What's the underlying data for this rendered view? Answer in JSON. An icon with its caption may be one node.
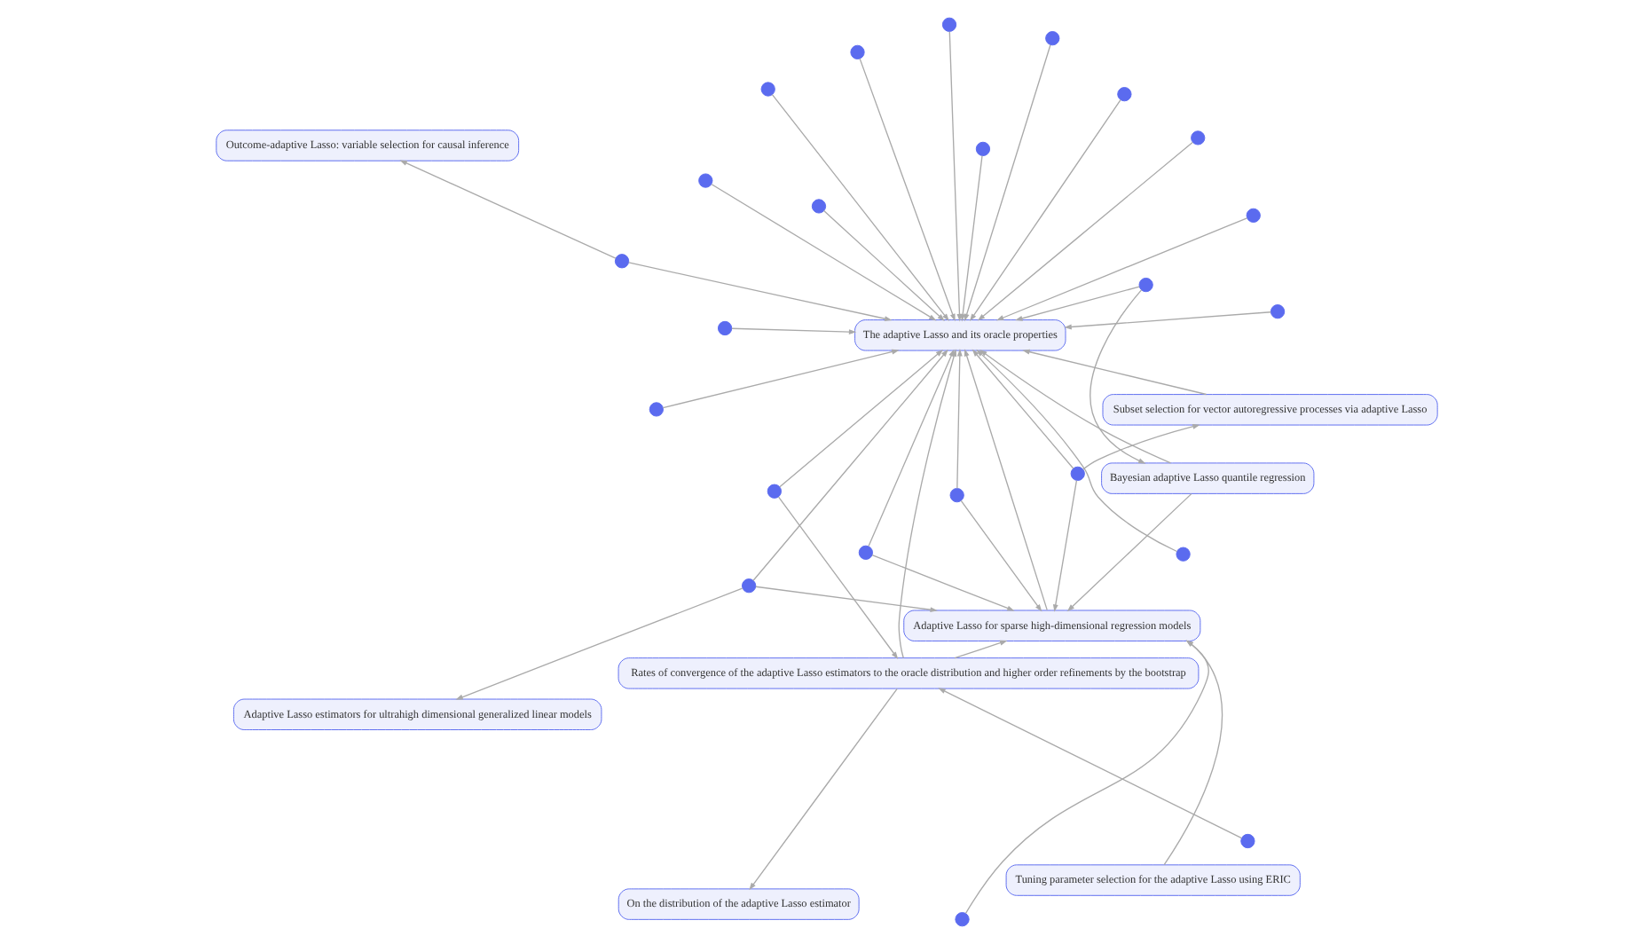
{
  "diagram": {
    "nodes": [
      {
        "text": [
          "On the distribution of the adaptive Lasso estimator"
        ]
      },
      {
        "text": [],
        "shape": "circle"
      },
      {
        "text": [
          "Rates of convergence of the adaptive Lasso estimators to the oracle distribution and higher order refinements by the bootstrap"
        ]
      },
      {
        "text": [],
        "shape": "circle"
      },
      {
        "text": [],
        "shape": "circle"
      },
      {
        "text": [],
        "shape": "circle"
      },
      {
        "text": [],
        "shape": "circle"
      },
      {
        "text": [
          "Tuning parameter selection for the adaptive Lasso using ERIC"
        ]
      },
      {
        "text": [],
        "shape": "circle"
      },
      {
        "text": [],
        "shape": "circle"
      },
      {
        "text": [],
        "shape": "circle"
      },
      {
        "text": [],
        "shape": "circle"
      },
      {
        "text": [],
        "shape": "circle"
      },
      {
        "text": [
          "Adaptive Lasso for sparse high-dimensional regression models"
        ]
      },
      {
        "text": [],
        "shape": "circle"
      },
      {
        "text": [],
        "shape": "circle"
      },
      {
        "text": [
          "The adaptive Lasso and its oracle properties"
        ]
      },
      {
        "text": [],
        "shape": "circle"
      },
      {
        "text": [],
        "shape": "circle"
      },
      {
        "text": [],
        "shape": "circle"
      },
      {
        "text": [],
        "shape": "circle"
      },
      {
        "text": [
          "Outcome-adaptive Lasso: variable selection for causal inference"
        ]
      },
      {
        "text": [],
        "shape": "circle"
      },
      {
        "text": [],
        "shape": "circle"
      },
      {
        "text": [],
        "shape": "circle"
      },
      {
        "text": [
          "Subset selection for vector autoregressive processes via adaptive Lasso"
        ]
      },
      {
        "text": [],
        "shape": "circle"
      },
      {
        "text": [],
        "shape": "circle"
      },
      {
        "text": [
          "Adaptive Lasso estimators for ultrahigh dimensional generalized linear models"
        ]
      },
      {
        "text": [
          "Bayesian adaptive Lasso quantile regression"
        ]
      },
      {
        "text": [],
        "shape": "circle"
      },
      {
        "text": [],
        "shape": "circle"
      }
    ],
    "edges": [
      {
        "from": 2,
        "to": 0,
        "arrow": "to"
      },
      {
        "from": 1,
        "to": 2,
        "arrow": "to"
      },
      {
        "from": 3,
        "to": 2,
        "arrow": "to"
      },
      {
        "from": 3,
        "to": 16,
        "arrow": "to"
      },
      {
        "from": 2,
        "to": 13,
        "arrow": "to"
      },
      {
        "from": 2,
        "to": 16,
        "arrow": "to"
      },
      {
        "from": 4,
        "to": 16,
        "arrow": "to"
      },
      {
        "from": 7,
        "to": 13,
        "arrow": "to"
      },
      {
        "from": 8,
        "to": 13,
        "arrow": "to"
      },
      {
        "from": 8,
        "to": 16,
        "arrow": "to"
      },
      {
        "from": 11,
        "to": 13,
        "arrow": "to"
      },
      {
        "from": 11,
        "to": 16,
        "arrow": "to"
      },
      {
        "from": 15,
        "to": 13,
        "arrow": "to"
      },
      {
        "from": 13,
        "to": 16,
        "arrow": "to"
      },
      {
        "from": 5,
        "to": 16,
        "arrow": "to"
      },
      {
        "from": 6,
        "to": 16,
        "arrow": "to"
      },
      {
        "from": 9,
        "to": 16,
        "arrow": "to"
      },
      {
        "from": 10,
        "to": 16,
        "arrow": "to"
      },
      {
        "from": 12,
        "to": 16,
        "arrow": "to"
      },
      {
        "from": 14,
        "to": 16,
        "arrow": "to"
      },
      {
        "from": 17,
        "to": 16,
        "arrow": "to"
      },
      {
        "from": 18,
        "to": 16,
        "arrow": "to"
      },
      {
        "from": 18,
        "to": 21,
        "arrow": "to"
      },
      {
        "from": 19,
        "to": 16,
        "arrow": "to"
      },
      {
        "from": 20,
        "to": 13,
        "arrow": "to"
      },
      {
        "from": 20,
        "to": 16,
        "arrow": "to"
      },
      {
        "from": 20,
        "to": 28,
        "arrow": "to"
      },
      {
        "from": 22,
        "to": 16,
        "arrow": "to"
      },
      {
        "from": 22,
        "to": 25,
        "arrow": "to"
      },
      {
        "from": 22,
        "to": 13,
        "arrow": "to"
      },
      {
        "from": 23,
        "to": 16,
        "arrow": "to"
      },
      {
        "from": 24,
        "to": 16,
        "arrow": "to"
      },
      {
        "from": 25,
        "to": 16,
        "arrow": "to"
      },
      {
        "from": 26,
        "to": 16,
        "arrow": "to"
      },
      {
        "from": 27,
        "to": 16,
        "arrow": "to"
      },
      {
        "from": 29,
        "to": 16,
        "arrow": "to"
      },
      {
        "from": 29,
        "to": 13,
        "arrow": "to"
      },
      {
        "from": 30,
        "to": 16,
        "arrow": "to"
      },
      {
        "from": 31,
        "to": 29,
        "arrow": "to"
      },
      {
        "from": 31,
        "to": 16,
        "arrow": "to"
      }
    ]
  }
}
